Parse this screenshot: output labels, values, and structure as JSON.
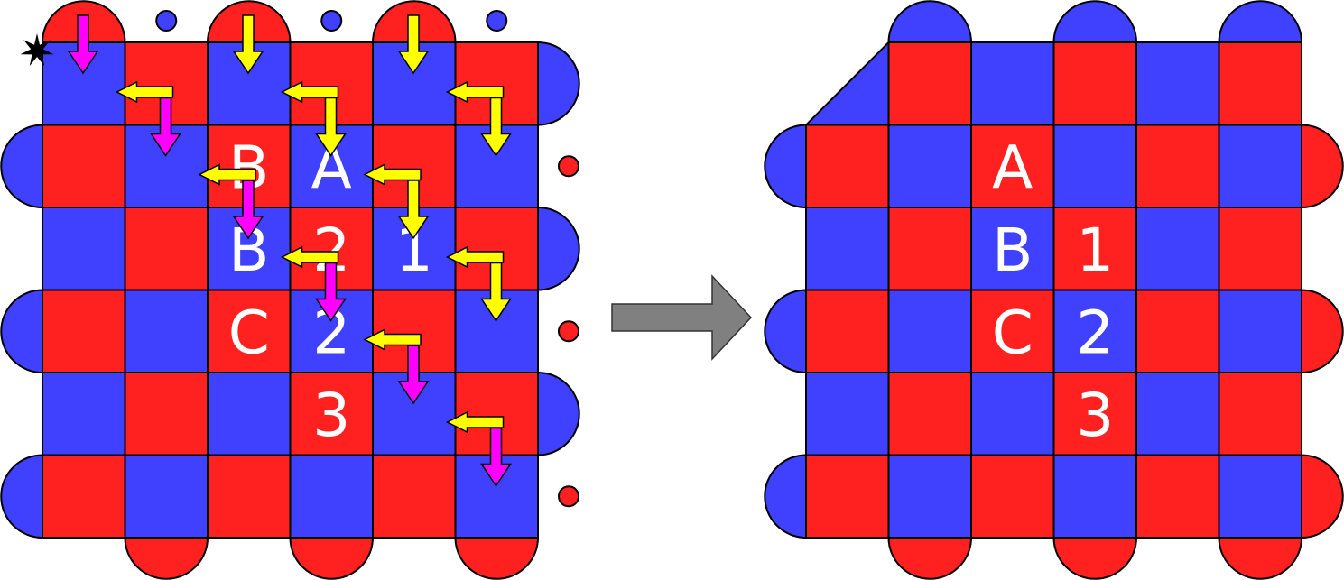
{
  "colors": {
    "red": "#ff2020",
    "blue": "#4040ff",
    "yellow": "#ffff00",
    "magenta": "#ff00ff",
    "gray": "#808080",
    "black": "#000000",
    "label": "#ffffff"
  },
  "left_panel": {
    "grid_colors": [
      [
        "blue",
        "red",
        "blue",
        "red",
        "blue",
        "red"
      ],
      [
        "red",
        "blue",
        "red",
        "blue",
        "red",
        "blue"
      ],
      [
        "blue",
        "red",
        "blue",
        "red",
        "blue",
        "red"
      ],
      [
        "red",
        "blue",
        "red",
        "blue",
        "red",
        "blue"
      ],
      [
        "blue",
        "red",
        "blue",
        "red",
        "blue",
        "red"
      ],
      [
        "red",
        "blue",
        "red",
        "blue",
        "red",
        "blue"
      ]
    ],
    "labels": [
      {
        "text": "B",
        "row": 1,
        "col": 2
      },
      {
        "text": "A",
        "row": 1,
        "col": 3
      },
      {
        "text": "B",
        "row": 2,
        "col": 2
      },
      {
        "text": "2",
        "row": 2,
        "col": 3
      },
      {
        "text": "1",
        "row": 2,
        "col": 4
      },
      {
        "text": "C",
        "row": 3,
        "col": 2
      },
      {
        "text": "2",
        "row": 3,
        "col": 3
      },
      {
        "text": "3",
        "row": 4,
        "col": 3
      }
    ],
    "tabs_top": [
      {
        "col": 0,
        "color": "red"
      },
      {
        "col": 2,
        "color": "red"
      },
      {
        "col": 4,
        "color": "red"
      }
    ],
    "dots_top": [
      {
        "col": 1,
        "color": "blue"
      },
      {
        "col": 3,
        "color": "blue"
      },
      {
        "col": 5,
        "color": "blue"
      }
    ],
    "tabs_left": [
      {
        "row": 1,
        "color": "blue"
      },
      {
        "row": 3,
        "color": "blue"
      },
      {
        "row": 5,
        "color": "blue"
      }
    ],
    "tabs_right": [
      {
        "row": 0,
        "color": "blue"
      },
      {
        "row": 2,
        "color": "blue"
      },
      {
        "row": 4,
        "color": "blue"
      }
    ],
    "dots_right": [
      {
        "row": 1,
        "color": "red"
      },
      {
        "row": 3,
        "color": "red"
      },
      {
        "row": 5,
        "color": "red"
      }
    ],
    "tabs_bottom": [
      {
        "col": 1,
        "color": "red"
      },
      {
        "col": 3,
        "color": "red"
      },
      {
        "col": 5,
        "color": "red"
      }
    ],
    "yellow_arrows_left": [
      {
        "row": 0,
        "col": 1
      },
      {
        "row": 0,
        "col": 3
      },
      {
        "row": 0,
        "col": 5
      },
      {
        "row": 1,
        "col": 2
      },
      {
        "row": 1,
        "col": 4
      },
      {
        "row": 2,
        "col": 3
      },
      {
        "row": 2,
        "col": 5
      },
      {
        "row": 3,
        "col": 4
      },
      {
        "row": 4,
        "col": 5
      }
    ],
    "yellow_arrows_down": [
      {
        "row": 0,
        "col": 2
      },
      {
        "row": 0,
        "col": 4
      },
      {
        "row": 1,
        "col": 3
      },
      {
        "row": 1,
        "col": 5
      },
      {
        "row": 2,
        "col": 4
      },
      {
        "row": 3,
        "col": 5
      }
    ],
    "magenta_arrows_down": [
      {
        "row": 0,
        "col": 0
      },
      {
        "row": 1,
        "col": 1
      },
      {
        "row": 2,
        "col": 2
      },
      {
        "row": 3,
        "col": 3
      },
      {
        "row": 4,
        "col": 4
      },
      {
        "row": 5,
        "col": 5
      }
    ]
  },
  "right_panel": {
    "grid_colors": [
      [
        "blue",
        "red",
        "blue",
        "red",
        "blue",
        "red"
      ],
      [
        "red",
        "blue",
        "red",
        "blue",
        "red",
        "blue"
      ],
      [
        "blue",
        "red",
        "blue",
        "red",
        "blue",
        "red"
      ],
      [
        "red",
        "blue",
        "red",
        "blue",
        "red",
        "blue"
      ],
      [
        "blue",
        "red",
        "blue",
        "red",
        "blue",
        "red"
      ],
      [
        "red",
        "blue",
        "red",
        "blue",
        "red",
        "blue"
      ]
    ],
    "labels": [
      {
        "text": "A",
        "row": 1,
        "col": 2
      },
      {
        "text": "B",
        "row": 2,
        "col": 2
      },
      {
        "text": "1",
        "row": 2,
        "col": 3
      },
      {
        "text": "C",
        "row": 3,
        "col": 2
      },
      {
        "text": "2",
        "row": 3,
        "col": 3
      },
      {
        "text": "3",
        "row": 4,
        "col": 3
      }
    ],
    "tabs_top": [
      {
        "col": 1,
        "color": "blue"
      },
      {
        "col": 3,
        "color": "blue"
      },
      {
        "col": 5,
        "color": "blue"
      }
    ],
    "tabs_left": [
      {
        "row": 1,
        "color": "blue"
      },
      {
        "row": 3,
        "color": "blue"
      },
      {
        "row": 5,
        "color": "blue"
      }
    ],
    "tabs_right": [
      {
        "row": 1,
        "color": "red"
      },
      {
        "row": 3,
        "color": "red"
      },
      {
        "row": 5,
        "color": "red"
      }
    ],
    "tabs_bottom": [
      {
        "col": 1,
        "color": "red"
      },
      {
        "col": 3,
        "color": "red"
      },
      {
        "col": 5,
        "color": "red"
      }
    ]
  }
}
